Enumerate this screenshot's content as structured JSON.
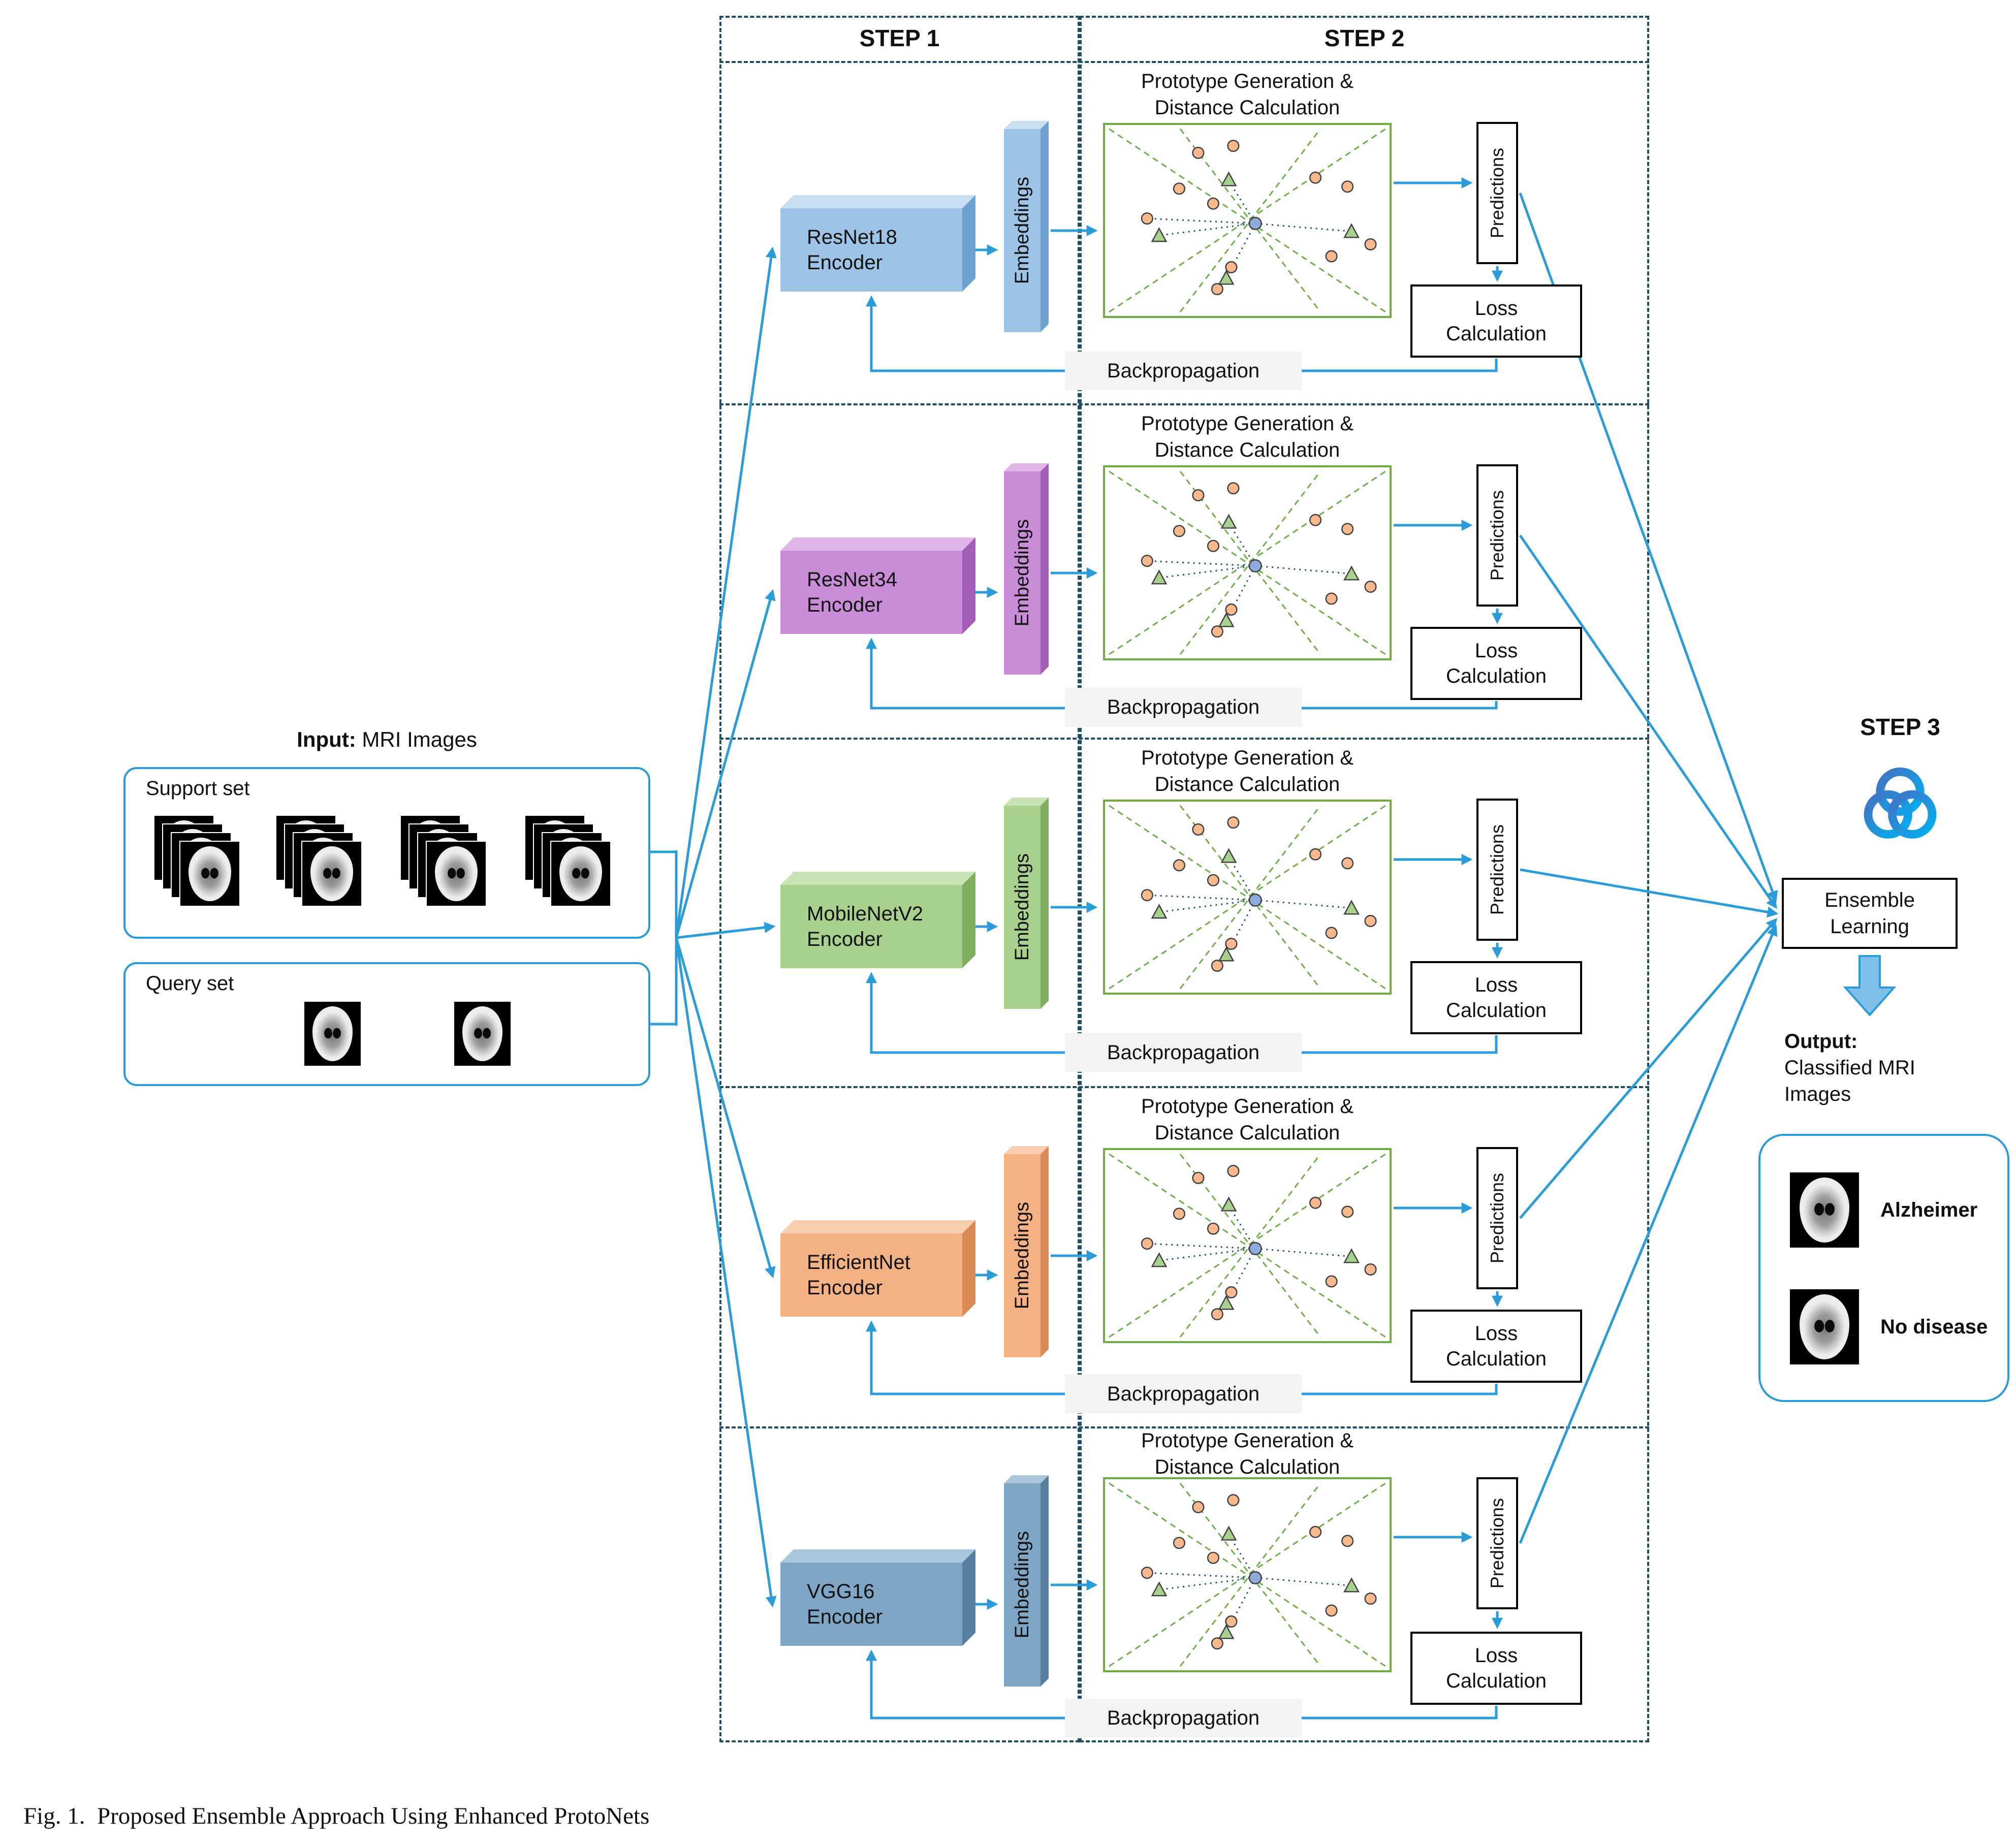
{
  "figure": {
    "caption": "Fig. 1.  Proposed Ensemble Approach Using Enhanced ProtoNets"
  },
  "steps": {
    "step1": "STEP 1",
    "step2": "STEP 2",
    "step3": "STEP 3"
  },
  "input": {
    "title_bold": "Input:",
    "title_rest": " MRI Images",
    "support_label": "Support set",
    "query_label": "Query set"
  },
  "common": {
    "proto_title_1": "Prototype Generation &",
    "proto_title_2": "Distance Calculation",
    "embeddings": "Embeddings",
    "predictions": "Predictions",
    "loss_1": "Loss",
    "loss_2": "Calculation",
    "backprop": "Backpropagation"
  },
  "rows": [
    {
      "name": "ResNet18",
      "encoder_word": "Encoder",
      "color": "#9DC3E6"
    },
    {
      "name": "ResNet34",
      "encoder_word": "Encoder",
      "color": "#C98CD6"
    },
    {
      "name": "MobileNetV2",
      "encoder_word": "Encoder",
      "color": "#A9D18E"
    },
    {
      "name": "EfficientNet",
      "encoder_word": "Encoder",
      "color": "#F4B183"
    },
    {
      "name": "VGG16",
      "encoder_word": "Encoder",
      "color": "#7EA6C4"
    }
  ],
  "step3": {
    "ensemble_1": "Ensemble",
    "ensemble_2": "Learning",
    "output_bold": "Output:",
    "output_rest": "Classified MRI Images",
    "classes": [
      {
        "label": "Alzheimer"
      },
      {
        "label": "No disease"
      }
    ]
  },
  "colors": {
    "arrow": "#2B9CD8",
    "dashed_border": "#1F4E63",
    "proto_border": "#70AD47",
    "backprop_bg": "#F2F2F2",
    "scatter_point": "#F6B98E",
    "scatter_triangle": "#A9D18E",
    "scatter_center": "#8FAADC"
  }
}
